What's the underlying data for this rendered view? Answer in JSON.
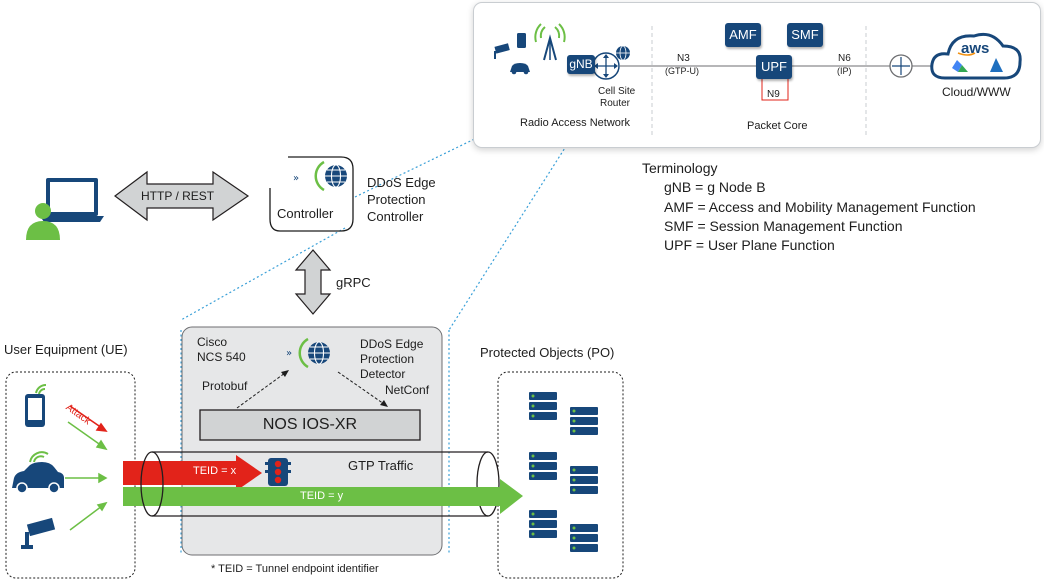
{
  "top_panel": {
    "gnb": "gNB",
    "cell_site_router": [
      "Cell Site",
      "Router"
    ],
    "radio_access_network": "Radio Access Network",
    "n3": "N3",
    "n3_sub": "(GTP-U)",
    "amf": "AMF",
    "smf": "SMF",
    "upf": "UPF",
    "n9": "N9",
    "n6": "N6",
    "n6_sub": "(IP)",
    "packet_core": "Packet Core",
    "aws": "aws",
    "cloud": "Cloud/WWW"
  },
  "terminology": {
    "title": "Terminology",
    "lines": [
      "gNB = g Node B",
      "AMF = Access and Mobility Management Function",
      "SMF = Session Management Function",
      "UPF = User Plane Function"
    ]
  },
  "controller": {
    "label": "Controller",
    "title_lines": [
      "DDoS Edge",
      "Protection",
      "Controller"
    ]
  },
  "links": {
    "http_rest": "HTTP / REST",
    "grpc": "gRPC"
  },
  "router": {
    "name_lines": [
      "Cisco",
      "NCS 540"
    ],
    "detector_lines": [
      "DDoS Edge",
      "Protection",
      "Detector"
    ],
    "protobuf": "Protobuf",
    "netconf": "NetConf",
    "nos": "NOS IOS-XR",
    "gtp_traffic": "GTP Traffic",
    "teid_x": "TEID = x",
    "teid_y": "TEID = y"
  },
  "ue": {
    "title": "User Equipment (UE)",
    "attack": "Attack"
  },
  "po": {
    "title": "Protected Objects (PO)"
  },
  "footnote": "* TEID = Tunnel endpoint identifier",
  "colors": {
    "navy": "#17477a",
    "green": "#6cbf45",
    "red": "#e2231a",
    "dotted_blue": "#3aa0d8",
    "grey_panel": "#e6e7e8"
  }
}
